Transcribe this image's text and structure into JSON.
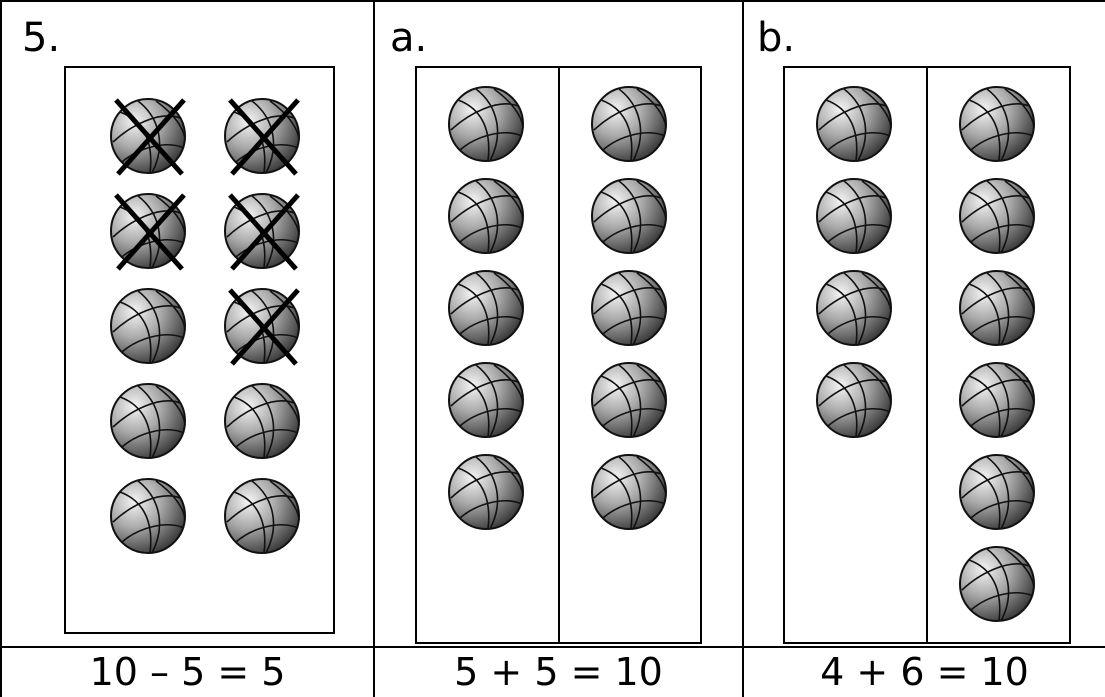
{
  "problems": [
    {
      "label": "5.",
      "equation": "10 – 5 = 5",
      "frame": "single",
      "balls": [
        {
          "icon": "basketball-icon",
          "crossed": true
        },
        {
          "icon": "basketball-icon",
          "crossed": true
        },
        {
          "icon": "basketball-icon",
          "crossed": true
        },
        {
          "icon": "basketball-icon",
          "crossed": true
        },
        {
          "icon": "basketball-icon",
          "crossed": false
        },
        {
          "icon": "basketball-icon",
          "crossed": true
        },
        {
          "icon": "basketball-icon",
          "crossed": false
        },
        {
          "icon": "basketball-icon",
          "crossed": false
        },
        {
          "icon": "basketball-icon",
          "crossed": false
        },
        {
          "icon": "basketball-icon",
          "crossed": false
        }
      ]
    },
    {
      "label": "a.",
      "equation": "5 + 5 = 10",
      "frame": "split",
      "left_count": 5,
      "right_count": 5
    },
    {
      "label": "b.",
      "equation": "4 + 6 = 10",
      "frame": "split",
      "left_count": 4,
      "right_count": 6
    }
  ]
}
